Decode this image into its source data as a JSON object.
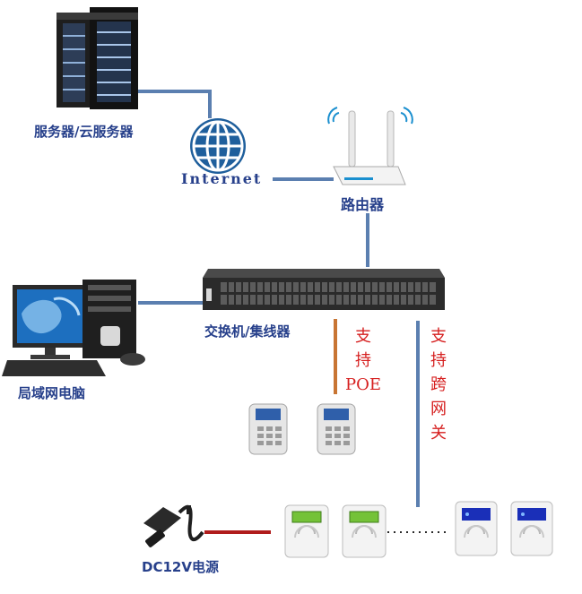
{
  "labels": {
    "server": "服务器/云服务器",
    "internet": "Internet",
    "router": "路由器",
    "switch": "交换机/集线器",
    "lan_pc": "局域网电脑",
    "poe": [
      "支",
      "持",
      "POE"
    ],
    "cross_net": [
      "支",
      "持",
      "跨",
      "网",
      "关"
    ],
    "power": "DC12V电源"
  },
  "colors": {
    "link_blue": "#5b7fb0",
    "power_red": "#b01c1c",
    "poe_orange": "#c87533",
    "label_blue": "#27408b",
    "label_red": "#d61f1f"
  }
}
